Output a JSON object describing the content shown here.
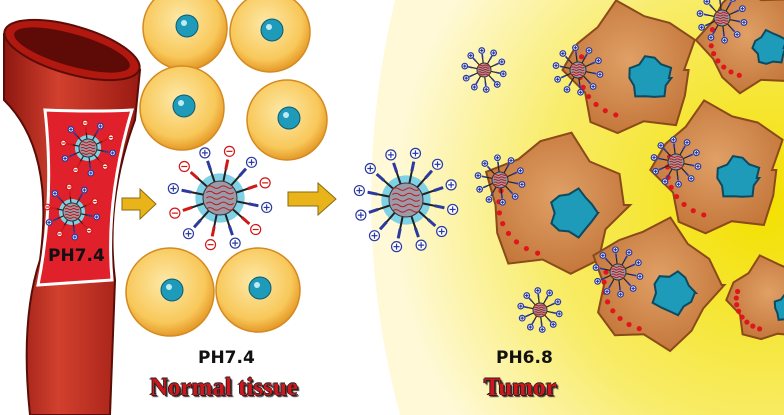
{
  "labels": {
    "vessel_ph": "PH7.4",
    "normal_ph": "PH7.4",
    "normal_title": "Normal tissue",
    "tumor_ph": "PH6.8",
    "tumor_title": "Tumor"
  },
  "colors": {
    "vessel": "#c8281e",
    "blood": "#e0202a",
    "normal_cell": "#f7c24a",
    "nucleus": "#1e9bb8",
    "tumor_cell": "#d08a4a",
    "tumor_bg": "#f6e21a",
    "arrow": "#e8b41a",
    "title": "#d0161c"
  }
}
